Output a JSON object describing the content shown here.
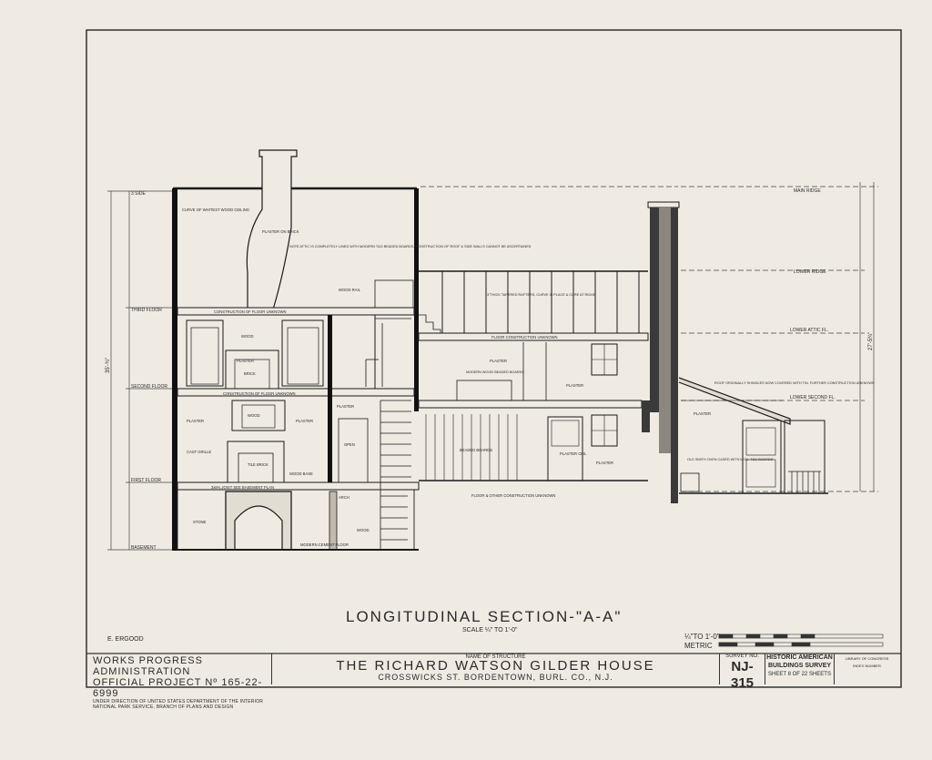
{
  "drawing": {
    "title": "LONGITUDINAL SECTION-\"A-A\"",
    "scale": "SCALE ¼\" TO 1'-0\"",
    "draftsman": "E. ERGOOD",
    "graphic_scale_ft": "¼\"TO 1'-0\"",
    "graphic_scale_metric": "METRIC"
  },
  "levels": {
    "basement": "BASEMENT",
    "first_floor": "FIRST FLOOR",
    "second_floor": "SECOND FLOOR",
    "third_floor": "THIRD FLOOR",
    "ridge_left": "3 SIDE",
    "main_ridge": "MAIN RIDGE",
    "lower_ridge": "LOWER RIDGE",
    "lower_attic_fl": "LOWER ATTIC FL.",
    "lower_second_fl": "LOWER SECOND FL."
  },
  "notes": {
    "curved_ceiling": "CURVE OF WHITEST WOOD CEILING",
    "plaster_brick": "PLASTER ON BRICK",
    "attic_note": "NOTE ATTIC IS COMPLETELY LINED WITH MODERN T&G BEADED BOARDS. CONSTRUCTION OF ROOF & SIDE WALLS CANNOT BE ASCERTAINED",
    "wood_rail": "WOOD RAIL",
    "construction_floor": "CONSTRUCTION OF FLOOR UNKNOWN",
    "wood_upper": "WOOD",
    "plaster_upper": "PLASTER",
    "brick_upper": "BRICK",
    "floor_construction_unknown": "FLOOR CONSTRUCTION UNKNOWN",
    "rafters": "3\"THICK TAPERED RAFTERS, CURVE IS PLACE & CURE AT RIDGE",
    "plaster_mid": "PLASTER",
    "modern_beaded": "MODERN WOOD BEADED BOARDS",
    "plaster_mid2": "PLASTER",
    "roof_shingles": "ROOF ORIGINALLY SHINGLES NOW COVERED WITH TIN. FURTHER CONSTRUCTION UNKNOWN",
    "plaster_rear": "PLASTER",
    "plaster_l1": "PLASTER",
    "wood_l1": "WOOD",
    "plaster_l1b": "PLASTER",
    "plaster_hall": "PLASTER",
    "open": "OPEN",
    "cast_grille": "CAST GRILLE",
    "tile_brick": "TILE BRICK",
    "wood_base": "WOOD BASE",
    "beaded_boards": "BEADED BOARDS",
    "plaster_ceil": "PLASTER CEIL",
    "plaster_lower": "PLASTER",
    "old_sash": "OLD SMITH OVEN CASED WITH MOD. T&G BOARDS",
    "joist_note": "3x8¾ JOIST SEE BASEMENT PLAN",
    "floor_other": "FLOOR & OTHER CONSTRUCTION UNKNOWN",
    "arch_l": "ARCH",
    "stone": "STONE",
    "wood_base2": "WOOD",
    "modern_cement": "MODERN CEMENT FLOOR",
    "overall": "35'-¾\"",
    "rear_overall": "27'-5¾\""
  },
  "title_block": {
    "agency_line1": "WORKS PROGRESS ADMINISTRATION",
    "agency_line2": "OFFICIAL PROJECT Nº 165-22-6999",
    "agency_line3": "UNDER DIRECTION OF UNITED STATES DEPARTMENT OF THE INTERIOR",
    "agency_line4": "NATIONAL PARK SERVICE, BRANCH OF PLANS AND DESIGN",
    "structure_caption": "NAME OF STRUCTURE",
    "structure_name": "THE RICHARD WATSON GILDER HOUSE",
    "structure_location": "CROSSWICKS ST.   BORDENTOWN,   BURL. CO.,  N.J.",
    "survey_caption": "SURVEY NO.",
    "survey_number": "NJ-315",
    "program_line1": "HISTORIC AMERICAN",
    "program_line2": "BUILDINGS SURVEY",
    "sheet": "SHEET 8  OF 22 SHEETS",
    "library_line1": "LIBRARY OF CONGRESS",
    "library_line2": "INDEX NUMBER"
  }
}
